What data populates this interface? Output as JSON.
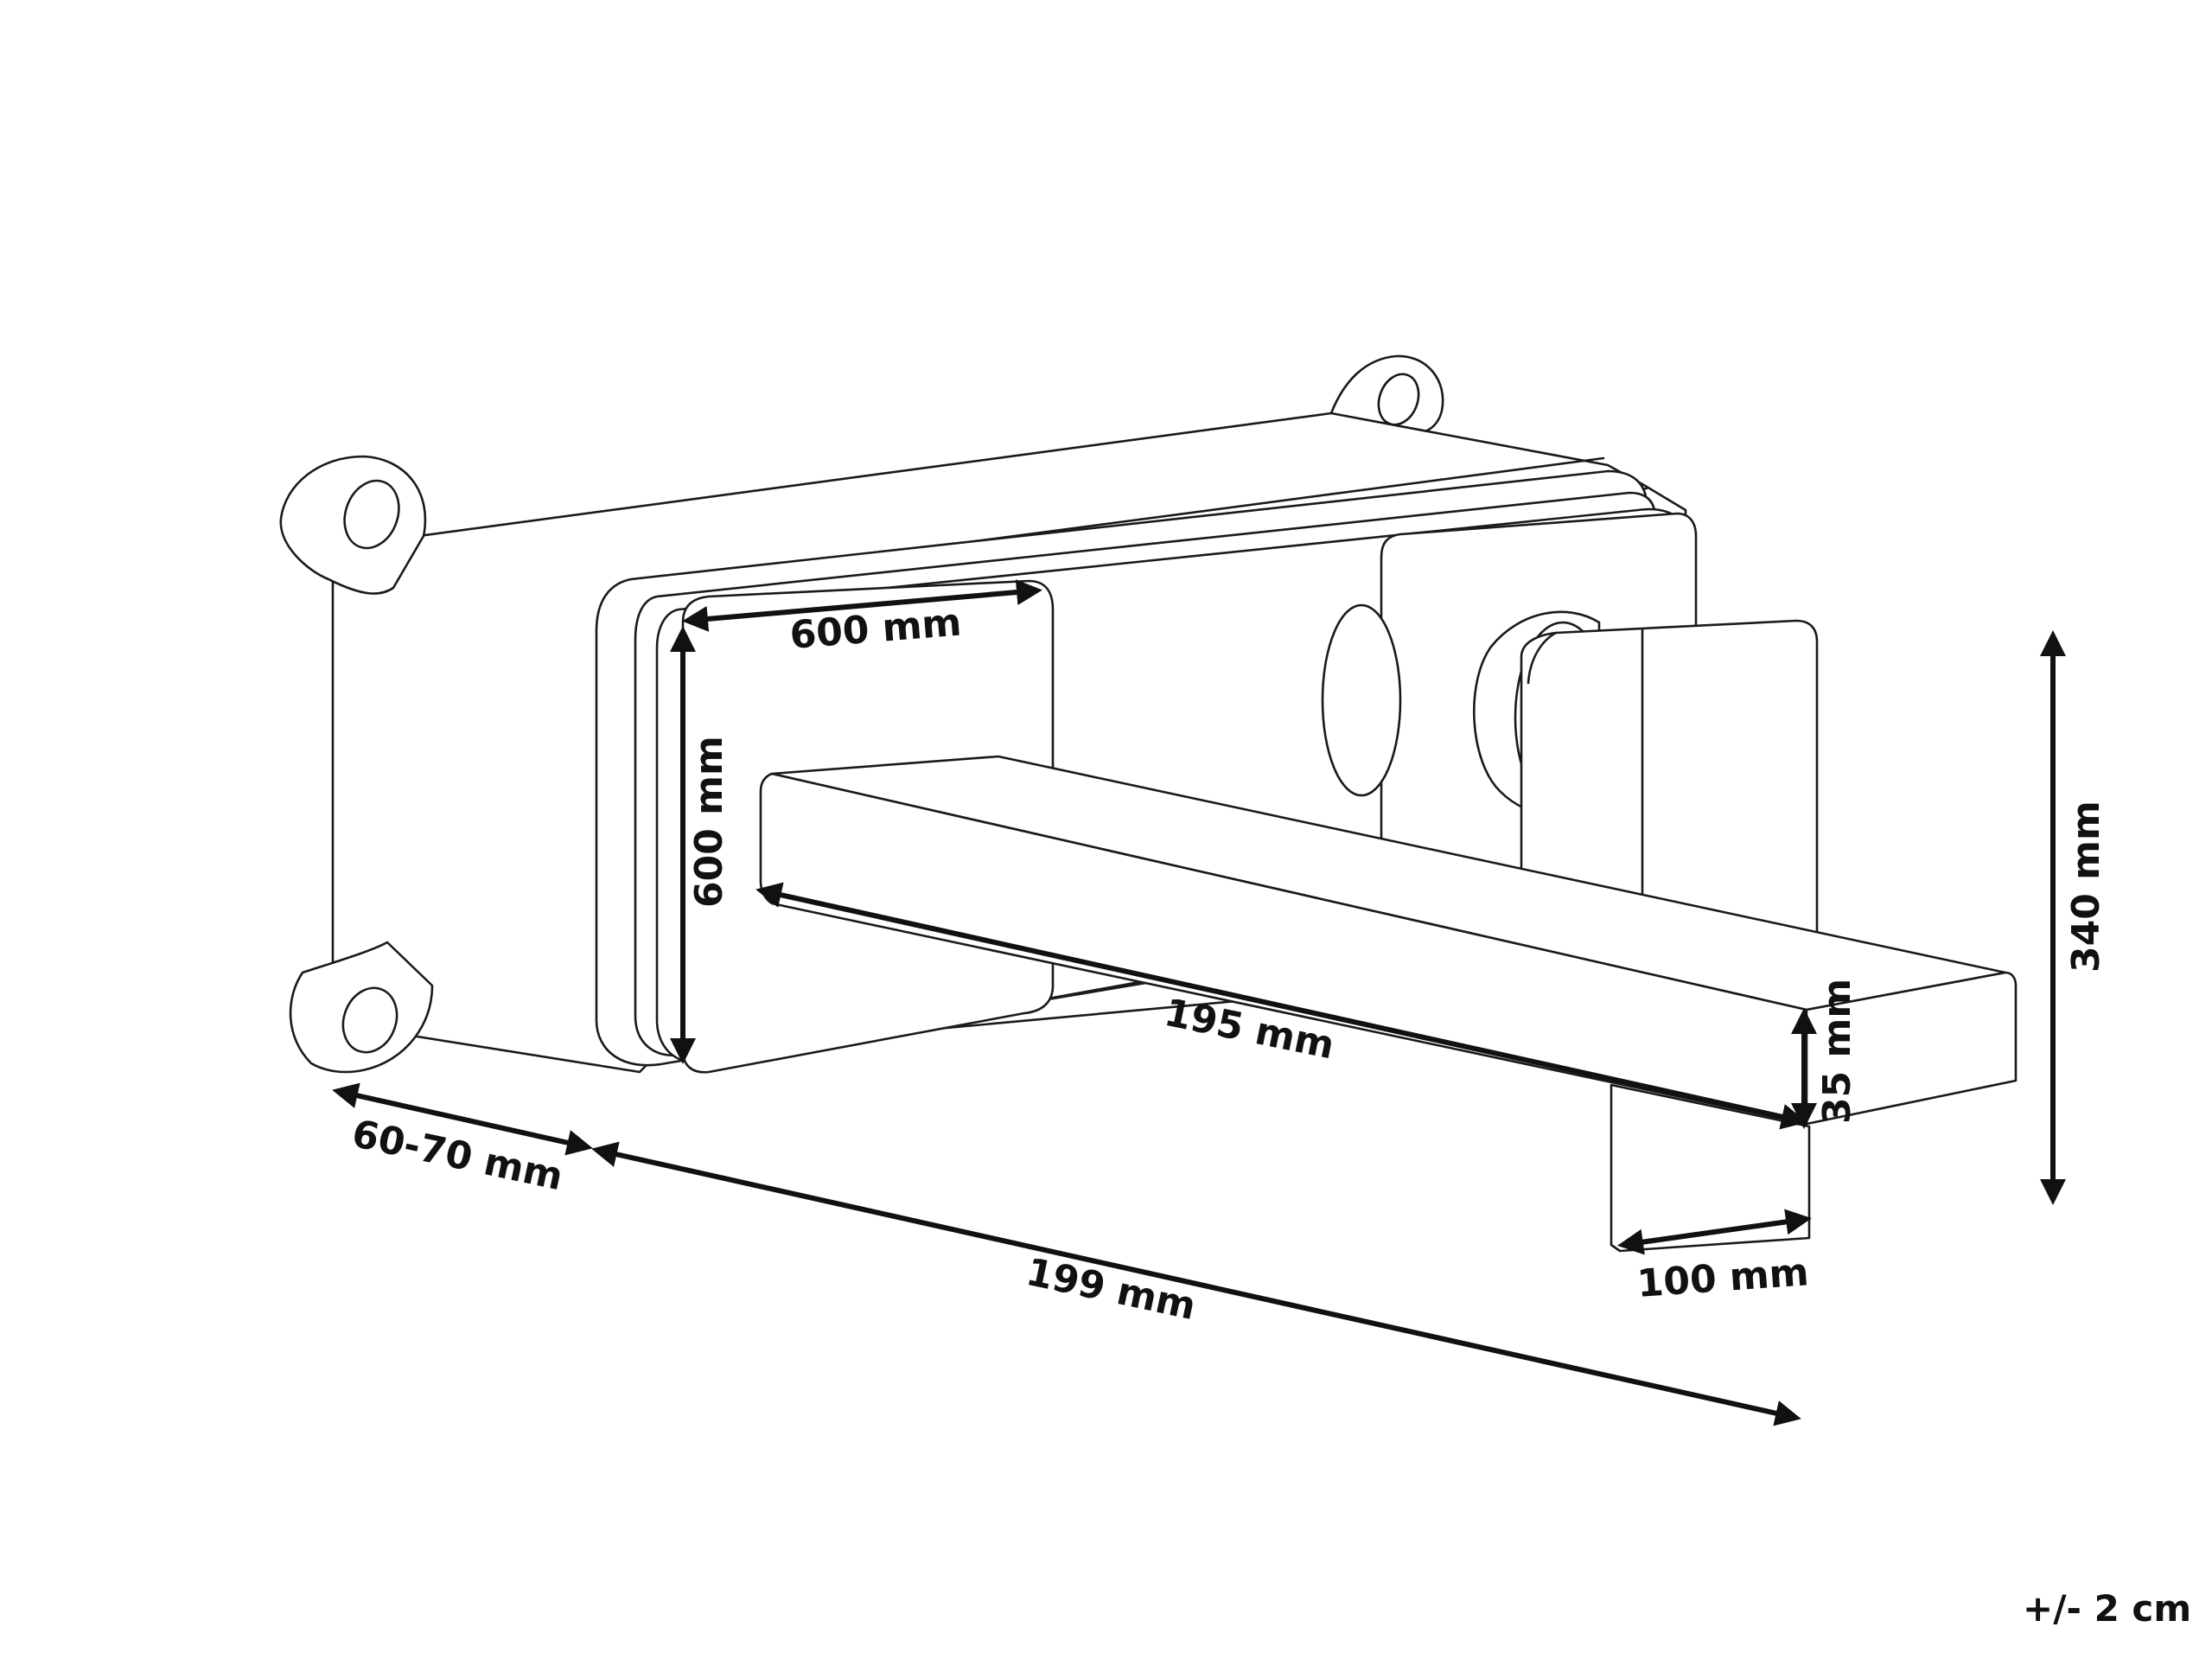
{
  "diagram": {
    "dimensions": {
      "panel_width": "600 mm",
      "panel_height": "600 mm",
      "spout_length": "195 mm",
      "spout_height": "35 mm",
      "spout_width": "100 mm",
      "total_height": "340 mm",
      "wall_depth": "60-70 mm",
      "total_depth": "199 mm"
    },
    "tolerance": "+/- 2 cm",
    "colors": {
      "line": "#1a1a1a",
      "background": "#ffffff"
    }
  }
}
